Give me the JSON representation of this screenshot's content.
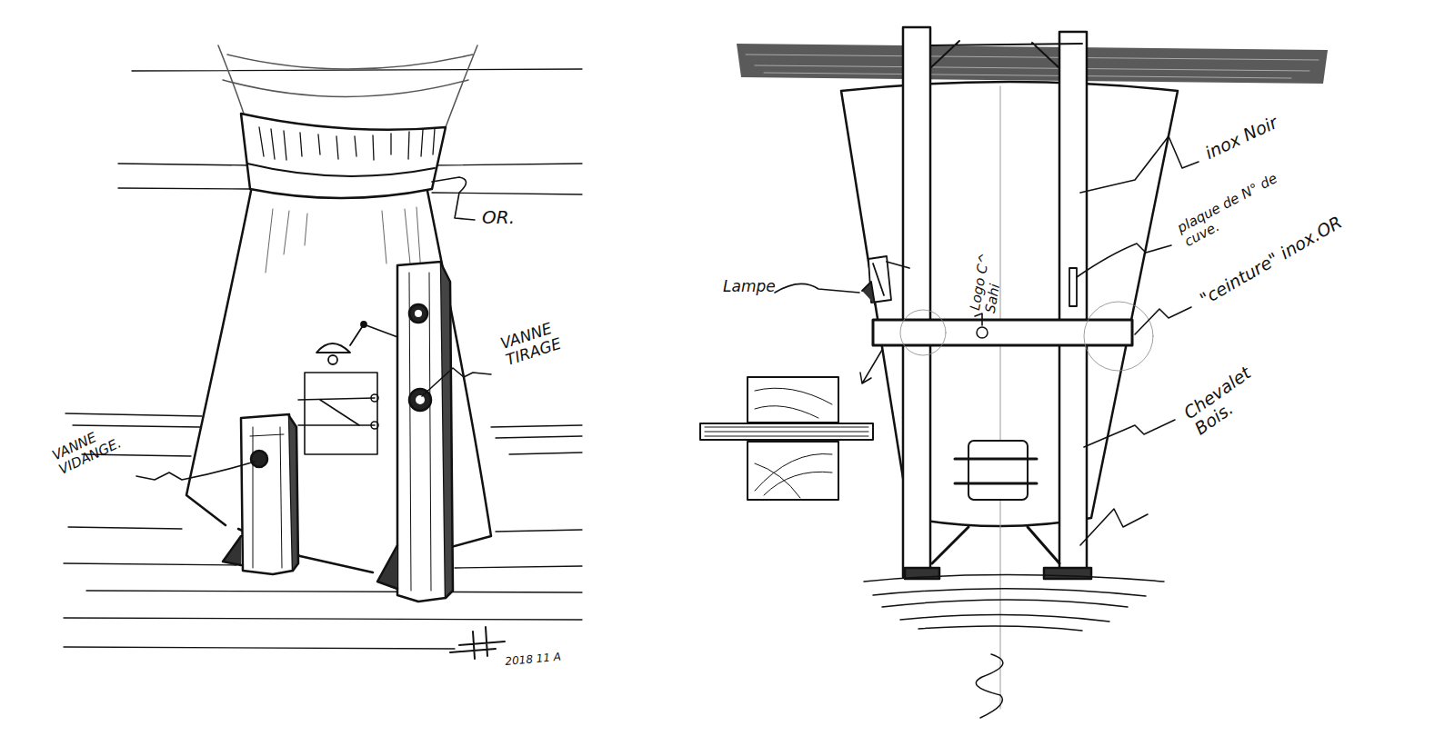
{
  "diagram": {
    "labels": [
      "OR.",
      "VANNE TIRAGE",
      "VANNE VIDANGE.",
      "2018 11 A",
      "Lampe",
      "Logo C^ Sahi",
      "inox Noir",
      "plaque de N° de cuve.",
      "\"ceinture\" inox.OR",
      "Chevalet Bois."
    ]
  }
}
